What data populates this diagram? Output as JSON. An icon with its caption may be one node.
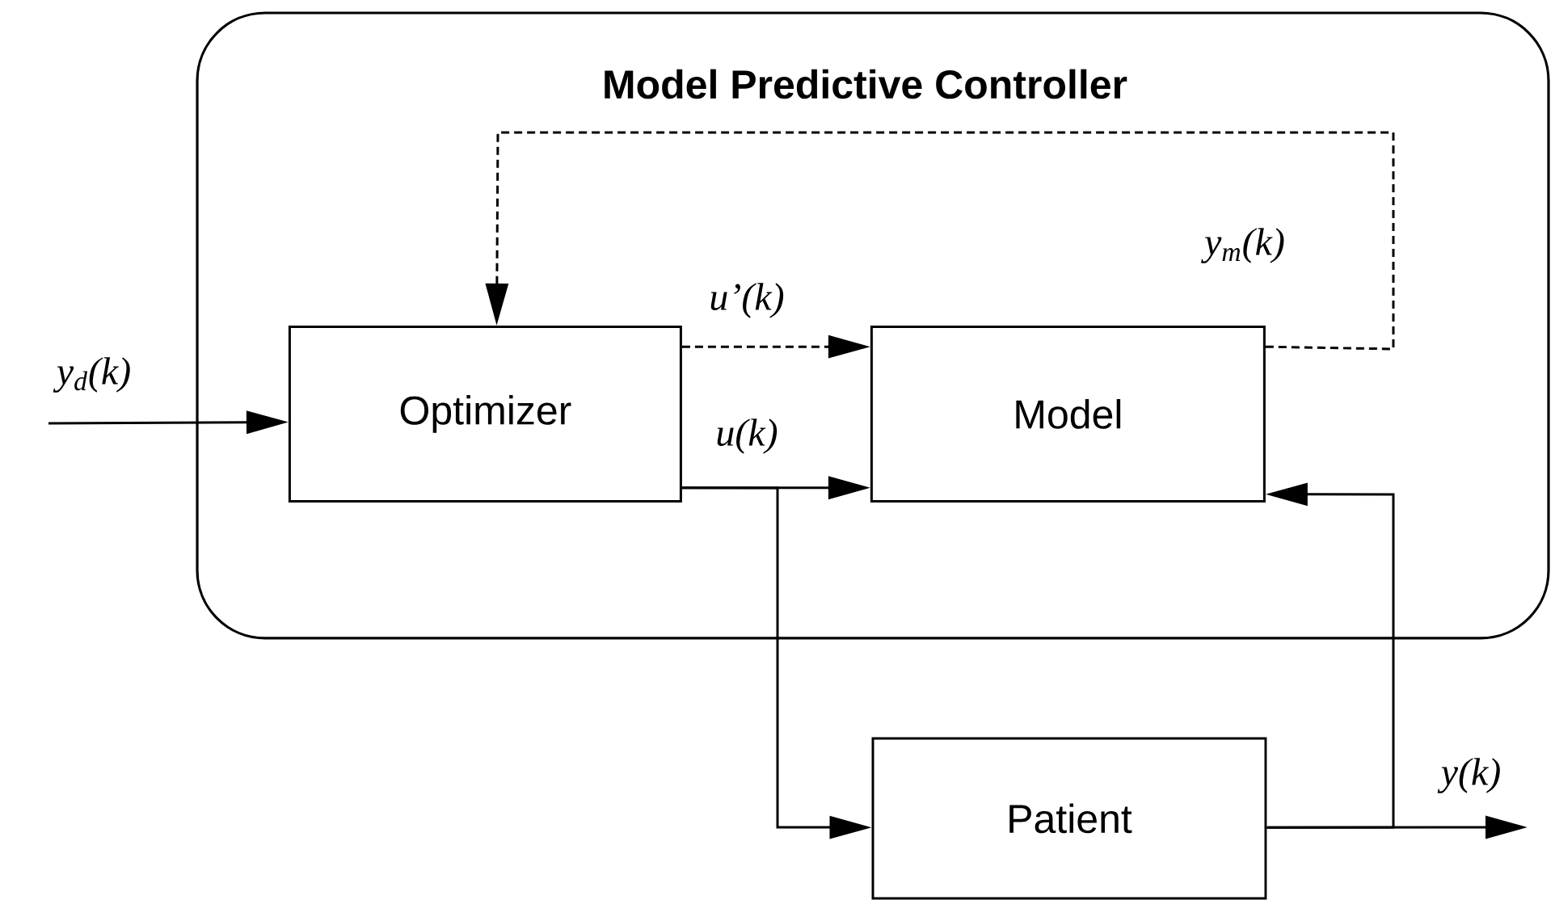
{
  "diagram": {
    "nodes": [
      {
        "text": [
          "Model Predictive Controller"
        ]
      },
      {
        "text": [
          "Optimizer"
        ],
        "in": 0
      },
      {
        "text": [
          "Model"
        ],
        "in": 0
      },
      {
        "text": [
          "Patient"
        ]
      }
    ],
    "edges": [
      {
        "from": null,
        "to": 1,
        "arrow": "to",
        "label": "y$_{d}$(k)"
      },
      {
        "from": 2,
        "to": 1,
        "arrow": "to",
        "style": "dashed",
        "label": "y$_{m}$(k)"
      },
      {
        "from": 1,
        "to": 2,
        "arrow": "to",
        "style": "dashed",
        "label": "u’(k)"
      },
      {
        "from": 1,
        "to": 2,
        "arrow": "to",
        "label": "u(k)"
      },
      {
        "from": 1,
        "to": 3,
        "arrow": "to"
      },
      {
        "from": 3,
        "to": 2,
        "arrow": "to"
      },
      {
        "from": 3,
        "to": null,
        "arrow": "to",
        "label": "y(k)"
      }
    ]
  }
}
